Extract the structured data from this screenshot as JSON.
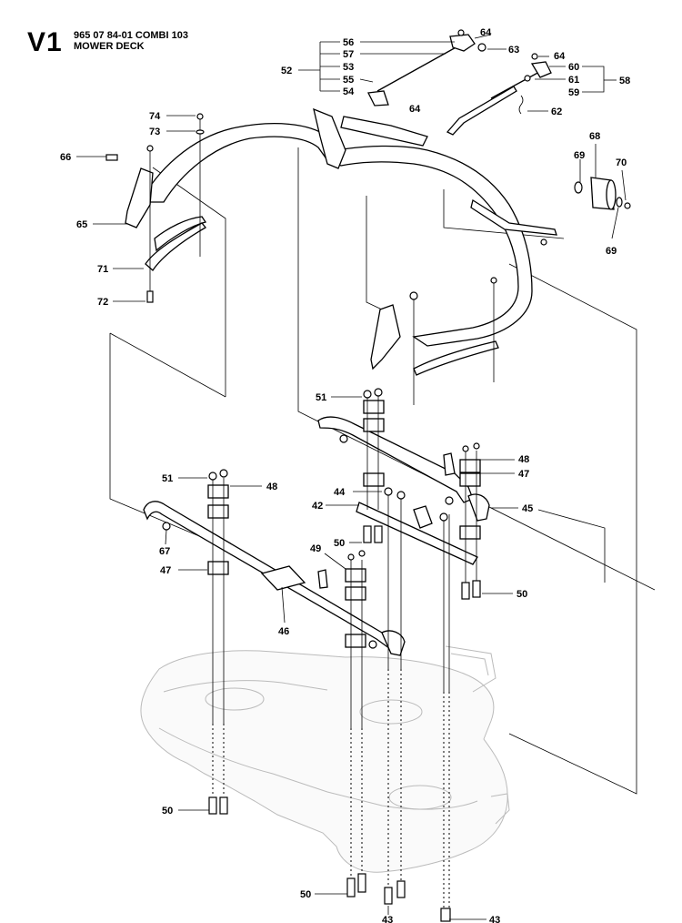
{
  "header": {
    "code": "V1",
    "part_number": "965 07 84-01 COMBI 103",
    "section": "MOWER DECK"
  },
  "callouts": {
    "c42": "42",
    "c43a": "43",
    "c43b": "43",
    "c44": "44",
    "c45": "45",
    "c46": "46",
    "c47a": "47",
    "c47b": "47",
    "c48a": "48",
    "c48b": "48",
    "c49": "49",
    "c50a": "50",
    "c50b": "50",
    "c50c": "50",
    "c50d": "50",
    "c51a": "51",
    "c51b": "51",
    "c52": "52",
    "c53": "53",
    "c54": "54",
    "c55": "55",
    "c56": "56",
    "c57": "57",
    "c58": "58",
    "c59": "59",
    "c60": "60",
    "c61": "61",
    "c62": "62",
    "c63": "63",
    "c64a": "64",
    "c64b": "64",
    "c64c": "64",
    "c65": "65",
    "c66": "66",
    "c67": "67",
    "c68": "68",
    "c69a": "69",
    "c69b": "69",
    "c70": "70",
    "c71": "71",
    "c72": "72",
    "c73": "73",
    "c74": "74"
  }
}
